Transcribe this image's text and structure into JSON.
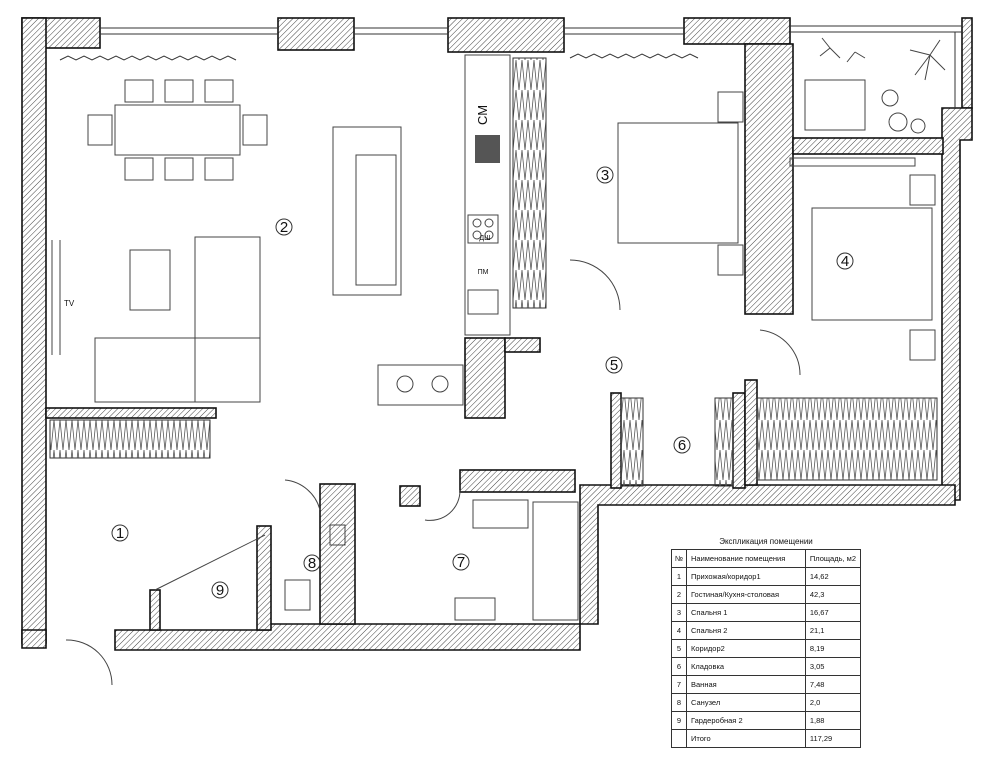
{
  "rooms": [
    {
      "num": "1"
    },
    {
      "num": "2"
    },
    {
      "num": "3"
    },
    {
      "num": "4"
    },
    {
      "num": "5"
    },
    {
      "num": "6"
    },
    {
      "num": "7"
    },
    {
      "num": "8"
    },
    {
      "num": "9"
    }
  ],
  "labels": {
    "cm": "СМ",
    "dw": "ПМ",
    "dsh": "ДШ",
    "tv": "TV"
  },
  "legend": {
    "caption": "Экспликация помещении",
    "header": {
      "num": "№",
      "name": "Наименование помещения",
      "area": "Площадь, м2"
    },
    "rows": [
      {
        "num": "1",
        "name": "Прихожая/коридор1",
        "area": "14,62"
      },
      {
        "num": "2",
        "name": "Гостиная/Кухня-столовая",
        "area": "42,3"
      },
      {
        "num": "3",
        "name": "Спальня 1",
        "area": "16,67"
      },
      {
        "num": "4",
        "name": "Спальня 2",
        "area": "21,1"
      },
      {
        "num": "5",
        "name": "Коридор2",
        "area": "8,19"
      },
      {
        "num": "6",
        "name": "Кладовка",
        "area": "3,05"
      },
      {
        "num": "7",
        "name": "Ванная",
        "area": "7,48"
      },
      {
        "num": "8",
        "name": "Санузел",
        "area": "2,0"
      },
      {
        "num": "9",
        "name": "Гардеробная 2",
        "area": "1,88"
      }
    ],
    "total": {
      "name": "Итого",
      "area": "117,29"
    }
  }
}
